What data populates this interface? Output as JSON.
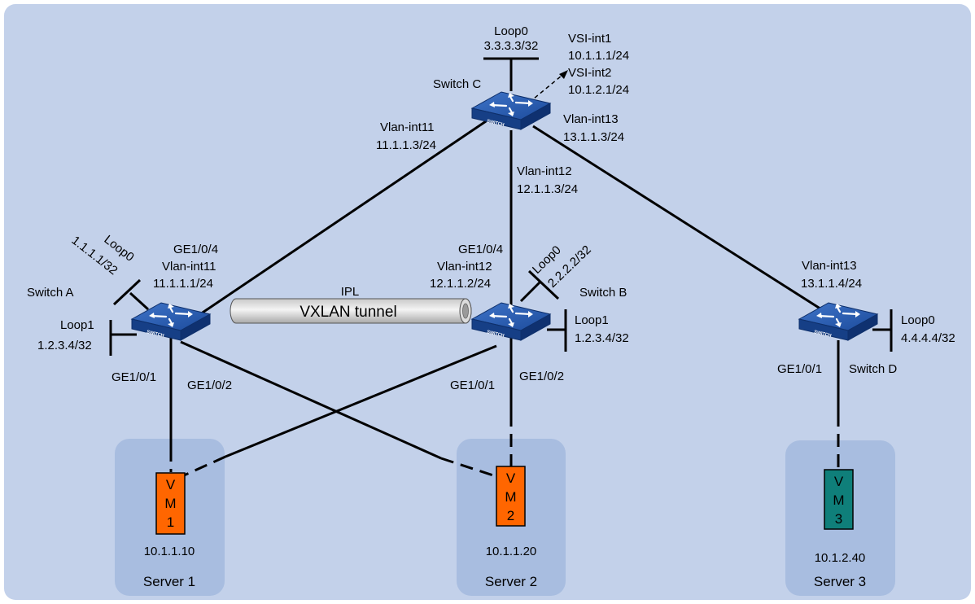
{
  "colors": {
    "background": "#c3d1ea",
    "server_area": "#a8bde0",
    "link": "#000000",
    "vm_orange": "#ff6600",
    "vm_teal": "#0f7f7a",
    "switch_body": "#1f4fa0"
  },
  "switches": {
    "a": {
      "name": "Switch A"
    },
    "b": {
      "name": "Switch B"
    },
    "c": {
      "name": "Switch C"
    },
    "d": {
      "name": "Switch D"
    }
  },
  "switch_c": {
    "loop0_name": "Loop0",
    "loop0_ip": "3.3.3.3/32",
    "vsi1_name": "VSI-int1",
    "vsi1_ip": "10.1.1.1/24",
    "vsi2_name": "VSI-int2",
    "vsi2_ip": "10.1.2.1/24",
    "vlan11_name": "Vlan-int11",
    "vlan11_ip": "11.1.1.3/24",
    "vlan12_name": "Vlan-int12",
    "vlan12_ip": "12.1.1.3/24",
    "vlan13_name": "Vlan-int13",
    "vlan13_ip": "13.1.1.3/24"
  },
  "switch_a": {
    "loop0_name": "Loop0",
    "loop0_ip": "1.1.1.1/32",
    "ge4": "GE1/0/4",
    "vlan11_name": "Vlan-int11",
    "vlan11_ip": "11.1.1.1/24",
    "loop1_name": "Loop1",
    "loop1_ip": "1.2.3.4/32",
    "ge1": "GE1/0/1",
    "ge2": "GE1/0/2"
  },
  "switch_b": {
    "ge4": "GE1/0/4",
    "vlan12_name": "Vlan-int12",
    "vlan12_ip": "12.1.1.2/24",
    "loop0_name": "Loop0",
    "loop0_ip": "2.2.2.2/32",
    "loop1_name": "Loop1",
    "loop1_ip": "1.2.3.4/32",
    "ge1": "GE1/0/1",
    "ge2": "GE1/0/2"
  },
  "switch_d": {
    "vlan13_name": "Vlan-int13",
    "vlan13_ip": "13.1.1.4/24",
    "loop0_name": "Loop0",
    "loop0_ip": "4.4.4.4/32",
    "ge1": "GE1/0/1"
  },
  "tunnel": {
    "ipl": "IPL",
    "label": "VXLAN tunnel"
  },
  "servers": [
    {
      "name": "Server 1",
      "ip": "10.1.1.10",
      "vm_v": "V",
      "vm_m": "M",
      "vm_n": "1"
    },
    {
      "name": "Server 2",
      "ip": "10.1.1.20",
      "vm_v": "V",
      "vm_m": "M",
      "vm_n": "2"
    },
    {
      "name": "Server 3",
      "ip": "10.1.2.40",
      "vm_v": "V",
      "vm_m": "M",
      "vm_n": "3"
    }
  ]
}
